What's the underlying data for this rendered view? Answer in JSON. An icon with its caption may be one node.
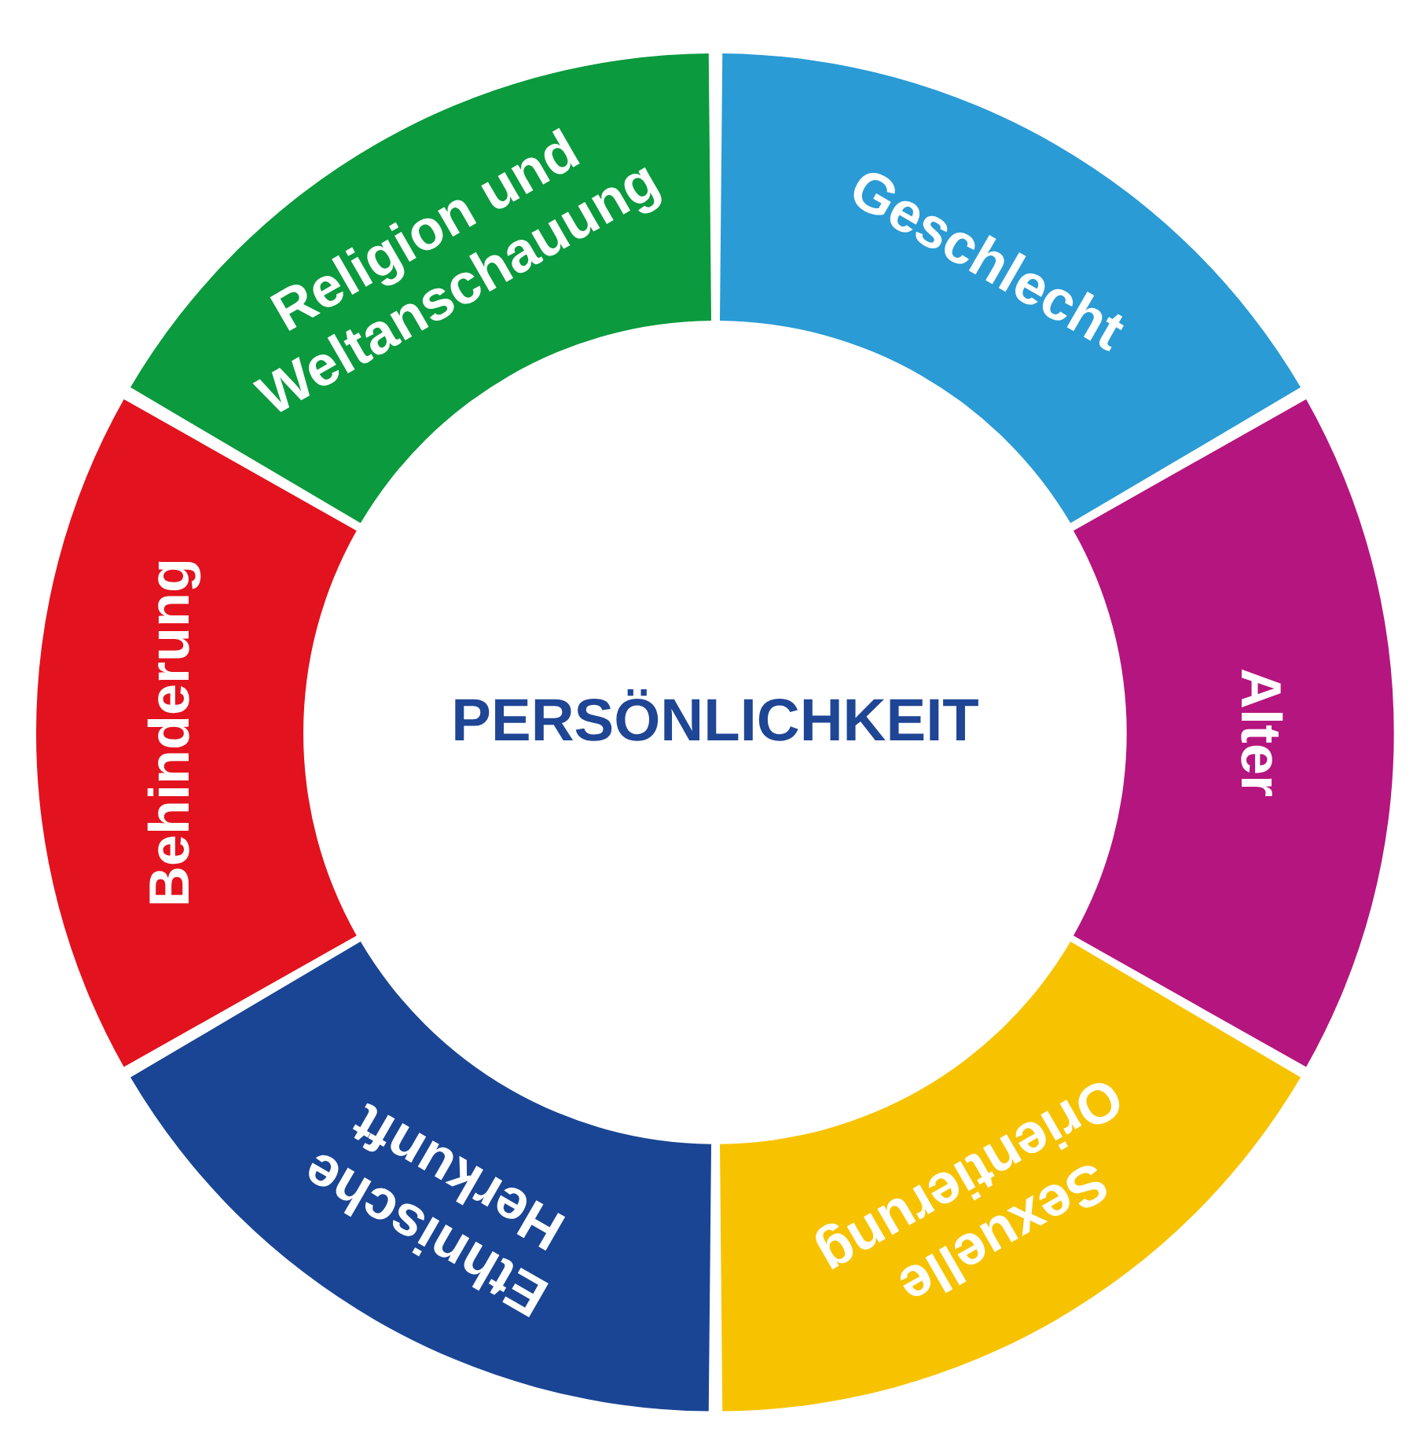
{
  "diagram": {
    "nodes": [
      {
        "text": [
          "PERSÖNLICHKEIT"
        ]
      },
      {
        "text": [
          "Geschlecht"
        ]
      },
      {
        "text": [
          "Alter"
        ]
      },
      {
        "text": [
          "Sexuelle Orientierung"
        ]
      },
      {
        "text": [
          "Ethnische Herkunft"
        ]
      },
      {
        "text": [
          "Behinderung"
        ]
      },
      {
        "text": [
          "Religion und Weltanschauung"
        ]
      }
    ]
  }
}
